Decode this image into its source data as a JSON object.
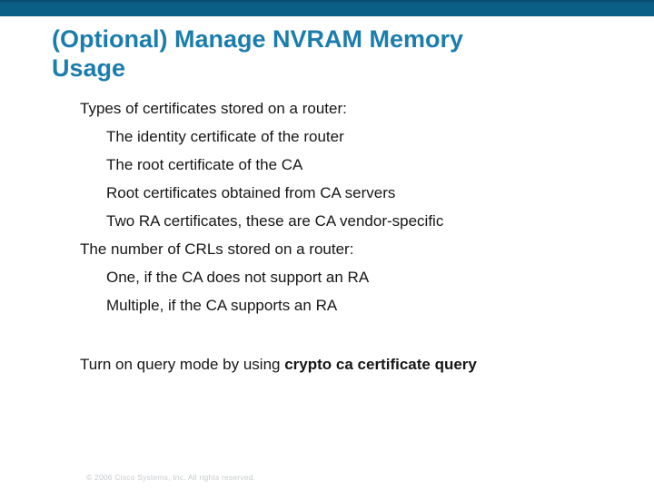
{
  "slide": {
    "colors": {
      "top_bar": "#0a5f87",
      "title_text": "#1b7dad",
      "body_text": "#161616",
      "footer_text": "#c7cbce"
    },
    "title": {
      "line1": "(Optional) Manage NVRAM Memory",
      "line2": "Usage"
    },
    "body": {
      "lines": [
        {
          "level": 1,
          "text": "Types of certificates stored on a router:"
        },
        {
          "level": 2,
          "text": "The identity certificate of the router"
        },
        {
          "level": 2,
          "text": "The root certificate of the CA"
        },
        {
          "level": 2,
          "text": "Root certificates obtained from CA servers"
        },
        {
          "level": 2,
          "text": "Two RA certificates, these are CA vendor-specific"
        },
        {
          "level": 1,
          "text": "The number of CRLs stored on a router:"
        },
        {
          "level": 2,
          "text": "One, if the CA does not support an RA"
        },
        {
          "level": 2,
          "text": "Multiple, if the CA supports an RA"
        }
      ],
      "command_line": {
        "prefix": "Turn on query mode by using ",
        "command": "crypto ca certificate query"
      }
    },
    "footer": {
      "copyright": "© 2006 Cisco Systems, Inc. All rights reserved."
    }
  }
}
